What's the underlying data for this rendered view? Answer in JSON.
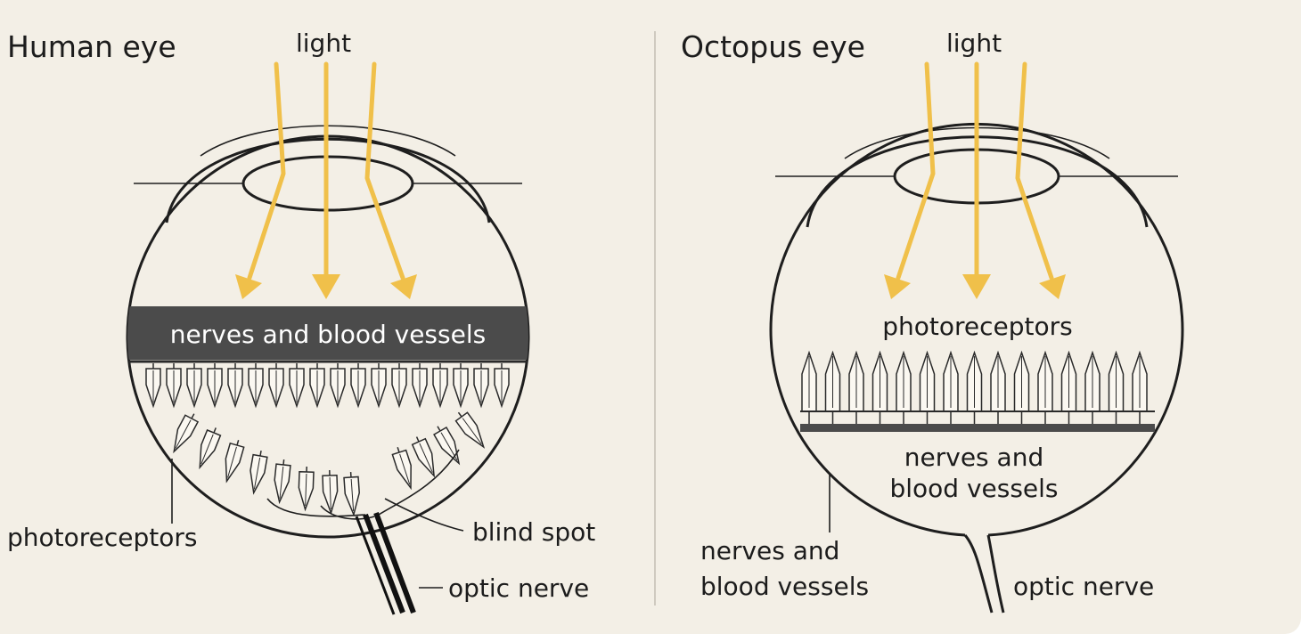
{
  "colors": {
    "background": "#f3efe6",
    "light_ray": "#f0c04a",
    "band": "#4b4b4b",
    "ink": "#1e1e1e"
  },
  "human": {
    "title": "Human eye",
    "light_label": "light",
    "band_label": "nerves and blood vessels",
    "photoreceptors_label": "photoreceptors",
    "blind_spot_label": "blind spot",
    "optic_nerve_label": "optic nerve"
  },
  "octopus": {
    "title": "Octopus eye",
    "light_label": "light",
    "photoreceptors_label": "photoreceptors",
    "inner_nerves_label_line1": "nerves and",
    "inner_nerves_label_line2": "blood vessels",
    "outer_nerves_label_line1": "nerves and",
    "outer_nerves_label_line2": "blood vessels",
    "optic_nerve_label": "optic nerve"
  }
}
